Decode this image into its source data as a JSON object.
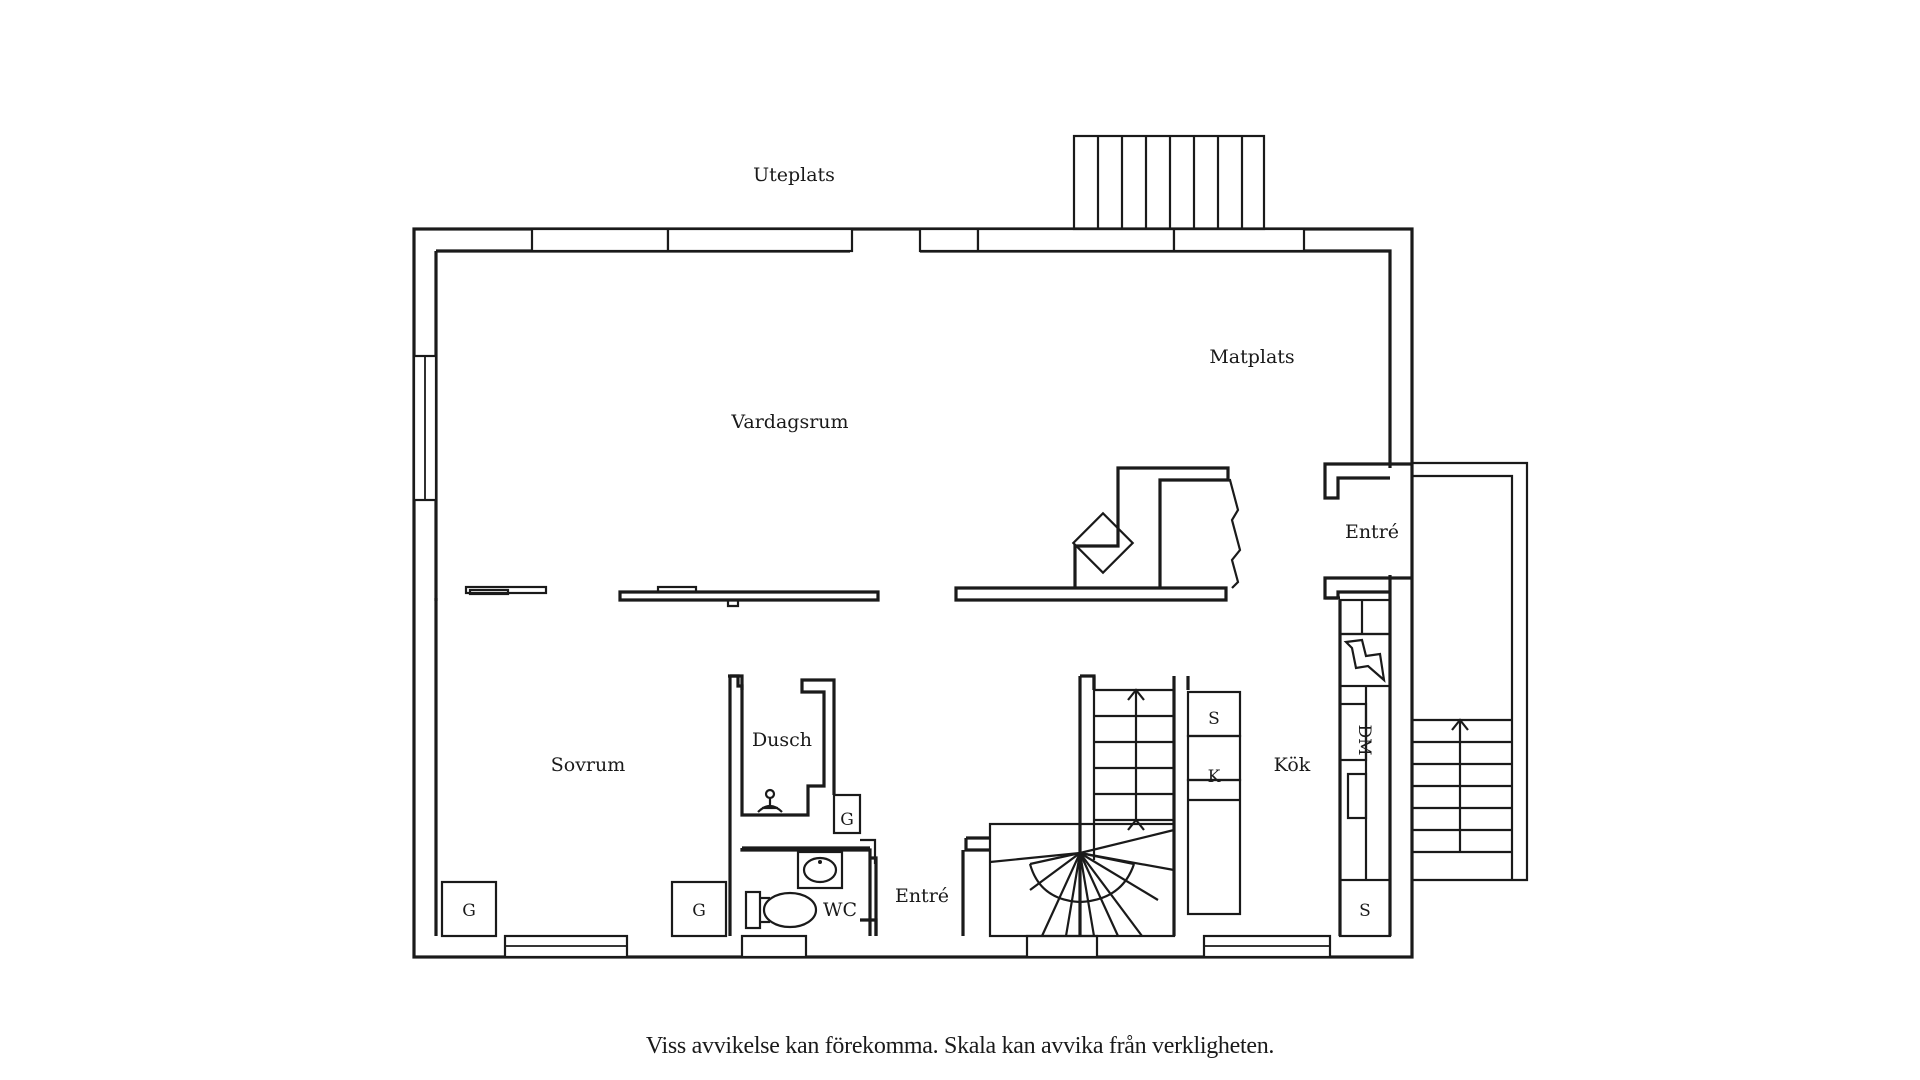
{
  "plan": {
    "rooms": {
      "uteplats": "Uteplats",
      "vardagsrum": "Vardagsrum",
      "matplats": "Matplats",
      "entre_side": "Entré",
      "sovrum": "Sovrum",
      "dusch": "Dusch",
      "wc": "WC",
      "entre_main": "Entré",
      "kok": "Kök"
    },
    "fixtures": {
      "g_bath": "G",
      "g_sovrum_left": "G",
      "g_sovrum_right": "G",
      "s_kitchen": "S",
      "k_kitchen": "K",
      "dm": "DM",
      "s_bottom": "S"
    }
  },
  "footer": {
    "disclaimer": "Viss avvikelse kan förekomma. Skala kan avvika från verkligheten."
  }
}
